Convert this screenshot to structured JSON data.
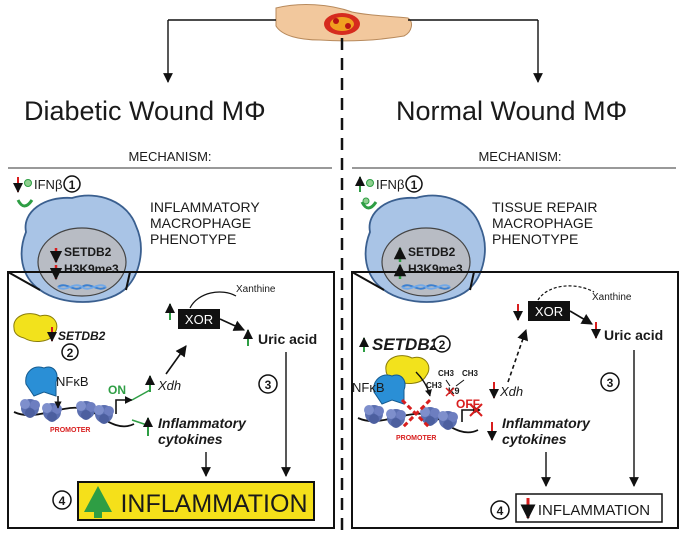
{
  "left": {
    "title": "Diabetic Wound MΦ",
    "mechanism": "MECHANISM:",
    "ifn": "IFNβ",
    "phenotype": [
      "INFLAMMATORY",
      "MACROPHAGE",
      "PHENOTYPE"
    ],
    "setdb2": "SETDB2",
    "h3k9": "H3K9me3",
    "setdb2_gene": "SETDB2",
    "nfkb": "NFκB",
    "promoter": "PROMOTER",
    "on": "ON",
    "xdh": "Xdh",
    "xor": "XOR",
    "xanthine": "Xanthine",
    "uric": "Uric acid",
    "cyto1": "Inflammatory",
    "cyto2": "cytokines",
    "inflammation": "INFLAMMATION"
  },
  "right": {
    "title": "Normal Wound MΦ",
    "mechanism": "MECHANISM:",
    "ifn": "IFNβ",
    "phenotype": [
      "TISSUE REPAIR",
      "MACROPHAGE",
      "PHENOTYPE"
    ],
    "setdb2": "SETDB2",
    "h3k9": "H3K9me3",
    "setdb2_gene": "SETDB2",
    "nfkb": "NFκB",
    "promoter": "PROMOTER",
    "ch3": "CH3",
    "k9": "K9",
    "off": "OFF",
    "xdh": "Xdh",
    "xor": "XOR",
    "xanthine": "Xanthine",
    "uric": "Uric acid",
    "cyto1": "Inflammatory",
    "cyto2": "cytokines",
    "inflammation": "INFLAMMATION"
  },
  "steps": [
    "1",
    "2",
    "3",
    "4"
  ],
  "colors": {
    "up": "#2e9e44",
    "down": "#d81e1e",
    "cell": "#a9c4e6",
    "nucleus": "#b8bcc4",
    "nfkb": "#2a8fd6",
    "setdb2": "#f2e21c",
    "highlight": "#f5e01a",
    "promoter": "#d81e1e"
  }
}
